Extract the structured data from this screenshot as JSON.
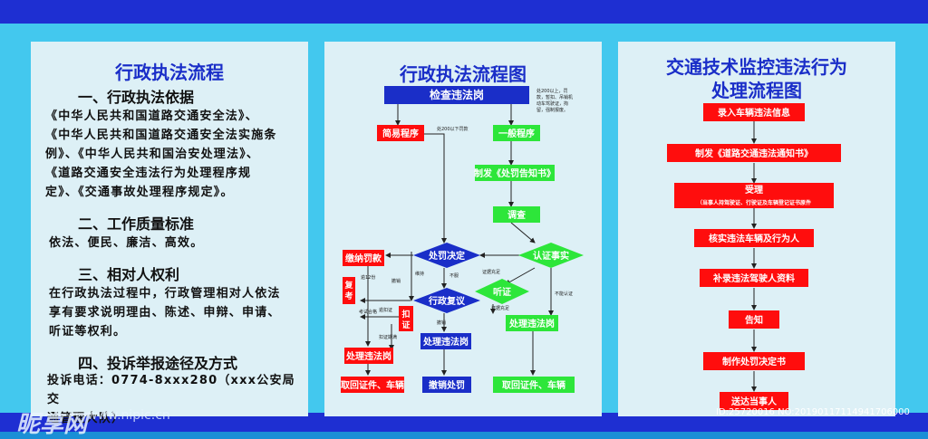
{
  "left_panel": {
    "title": "行政执法流程",
    "sections": [
      {
        "heading": "一、行政执法依据",
        "lines": [
          "《中华人民共和国道路交通安全法》、",
          "《中华人民共和国道路交通安全法实施条",
          "例》、《中华人民共和国治安处理法》、",
          "《道路交通安全违法行为处理程序规",
          "定》、《交通事故处理程序规定》。"
        ]
      },
      {
        "heading": "二、工作质量标准",
        "lines": [
          "依法、便民、廉洁、高效。"
        ]
      },
      {
        "heading": "三、相对人权利",
        "lines": [
          "在行政执法过程中，行政管理相对人依法",
          "享有要求说明理由、陈述、申辩、申请、",
          "听证等权利。"
        ]
      },
      {
        "heading": "四、投诉举报途径及方式",
        "lines": [
          "投诉电话：0774-8xxx280（xxx公安局交",
          "通管理大队）"
        ]
      }
    ]
  },
  "middle_panel": {
    "title": "行政执法流程图",
    "nodes": {
      "check": "检查违法岗",
      "simple": "简易程序",
      "general": "一般程序",
      "notice": "制发《处罚告知书》",
      "investigate": "调查",
      "decide": "处罚决定",
      "confirm": "认证事实",
      "pay": "缴纳罚款",
      "review_small": "复\n考",
      "review": "行政复议",
      "hearing": "听证",
      "detain": "扣\n证",
      "handle_left": "处理违法岗",
      "handle_mid": "处理违法岗",
      "handle_right": "处理违法岗",
      "retrieve_left": "取回证件、车辆",
      "revoke": "撤销处罚",
      "retrieve_right": "取回证件、车辆"
    },
    "notes": {
      "top_right": "处200以上罚款，暂扣、吊销机动车驾驶证，拘留，强制报废。",
      "under_200": "处200以下罚款",
      "not_accept": "不服",
      "evidence": "证据充足",
      "not_confirmed": "不能认证",
      "revoke_label": "撤销",
      "within_12": "逾12份",
      "exam_pass": "考试合格",
      "overdue": "逾扣证",
      "buckle_expire": "扣证期满",
      "bad": "撤销",
      "hearing_side": "证据充足",
      "uphold": "维持"
    }
  },
  "right_panel": {
    "title_line1": "交通技术监控违法行为",
    "title_line2": "处理流程图",
    "steps": [
      "录入车辆违法信息",
      "制发《道路交通违法通知书》",
      "受理",
      "核实违法车辆及行为人",
      "补录违法驾驶人资料",
      "告知",
      "制作处罚决定书",
      "送达当事人"
    ],
    "accept_note": "（当事人持驾驶证、行驶证及车辆登记证书原件"
  },
  "watermark": {
    "logo": "昵享网",
    "url": "www.nipic.cn",
    "id": "ID:25720016 NO:20190117114941706000"
  },
  "colors": {
    "title_blue": "#1a2ec8",
    "red": "#ff0d0d",
    "green": "#2de63a",
    "blue": "#1a2ec8"
  }
}
